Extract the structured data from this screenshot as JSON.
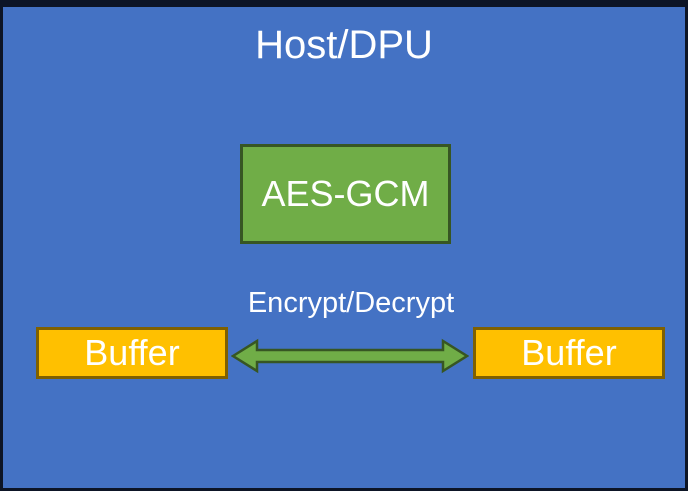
{
  "diagram": {
    "title": "Host/DPU",
    "background_color": "#4472C4",
    "frame_color": "#0d1526",
    "nodes": {
      "crypto_engine": {
        "label": "AES-GCM",
        "fill_color": "#70AD47",
        "border_color": "#375623",
        "text_color": "#FFFFFF"
      },
      "buffer_left": {
        "label": "Buffer",
        "fill_color": "#FFC000",
        "border_color": "#7F6000",
        "text_color": "#FFFFFF"
      },
      "buffer_right": {
        "label": "Buffer",
        "fill_color": "#FFC000",
        "border_color": "#7F6000",
        "text_color": "#FFFFFF"
      }
    },
    "connector": {
      "label": "Encrypt/Decrypt",
      "direction": "bidirectional",
      "fill_color": "#70AD47",
      "border_color": "#375623",
      "label_color": "#FFFFFF",
      "icon": "double-headed-arrow-icon"
    }
  }
}
